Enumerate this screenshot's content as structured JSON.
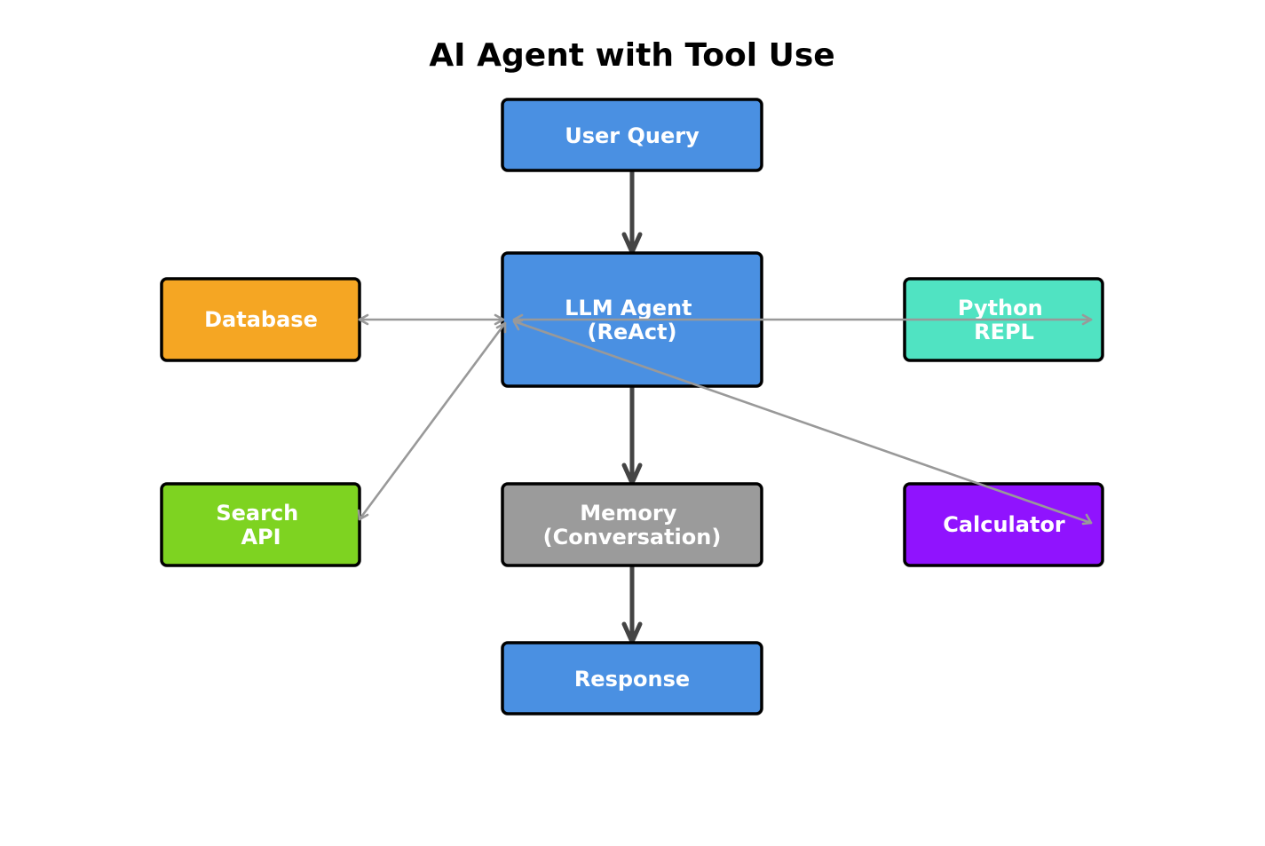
{
  "title": "AI Agent with Tool Use",
  "nodes": {
    "user_query": {
      "lines": [
        "User Query"
      ],
      "color": "#4A90E2"
    },
    "llm_agent": {
      "lines": [
        "LLM Agent",
        "(ReAct)"
      ],
      "color": "#4A90E2"
    },
    "memory": {
      "lines": [
        "Memory",
        "(Conversation)"
      ],
      "color": "#9B9B9B"
    },
    "response": {
      "lines": [
        "Response"
      ],
      "color": "#4A90E2"
    },
    "database": {
      "lines": [
        "Database"
      ],
      "color": "#F5A623"
    },
    "search_api": {
      "lines": [
        "Search",
        "API"
      ],
      "color": "#7ED321"
    },
    "python_repl": {
      "lines": [
        "Python",
        "REPL"
      ],
      "color": "#50E3C2"
    },
    "calculator": {
      "lines": [
        "Calculator"
      ],
      "color": "#9013FE"
    }
  },
  "edges": [
    {
      "from": "user_query",
      "to": "llm_agent",
      "kind": "flow",
      "color": "#444444"
    },
    {
      "from": "llm_agent",
      "to": "memory",
      "kind": "flow",
      "color": "#444444"
    },
    {
      "from": "memory",
      "to": "response",
      "kind": "flow",
      "color": "#444444"
    },
    {
      "from": "llm_agent",
      "to": "database",
      "kind": "tool",
      "bidirectional": true,
      "color": "#999999"
    },
    {
      "from": "llm_agent",
      "to": "search_api",
      "kind": "tool",
      "bidirectional": true,
      "color": "#999999"
    },
    {
      "from": "llm_agent",
      "to": "python_repl",
      "kind": "tool",
      "bidirectional": true,
      "color": "#999999"
    },
    {
      "from": "llm_agent",
      "to": "calculator",
      "kind": "tool",
      "bidirectional": true,
      "color": "#999999"
    }
  ]
}
